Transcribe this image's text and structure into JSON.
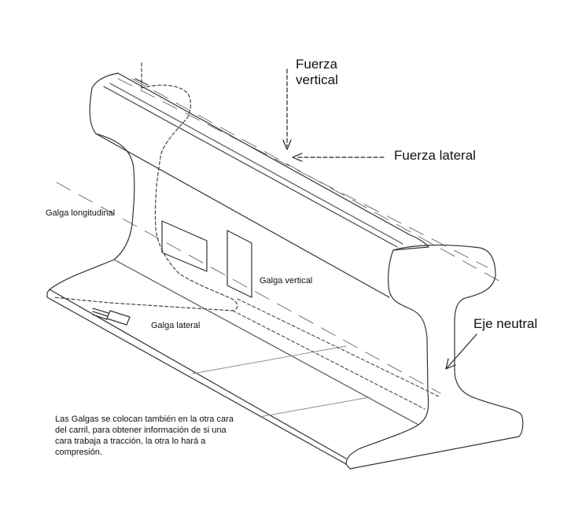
{
  "labels": {
    "fuerza_vertical": "Fuerza\nvertical",
    "fuerza_lateral": "Fuerza lateral",
    "eje_neutral": "Eje neutral",
    "galga_longitudinal": "Galga longitudinal",
    "galga_vertical": "Galga vertical",
    "galga_lateral": "Galga lateral"
  },
  "note": "Las Galgas se colocan también en la otra cara del carril, para obtener información de si una cara trabaja a tracción, la otra lo hará a compresión."
}
